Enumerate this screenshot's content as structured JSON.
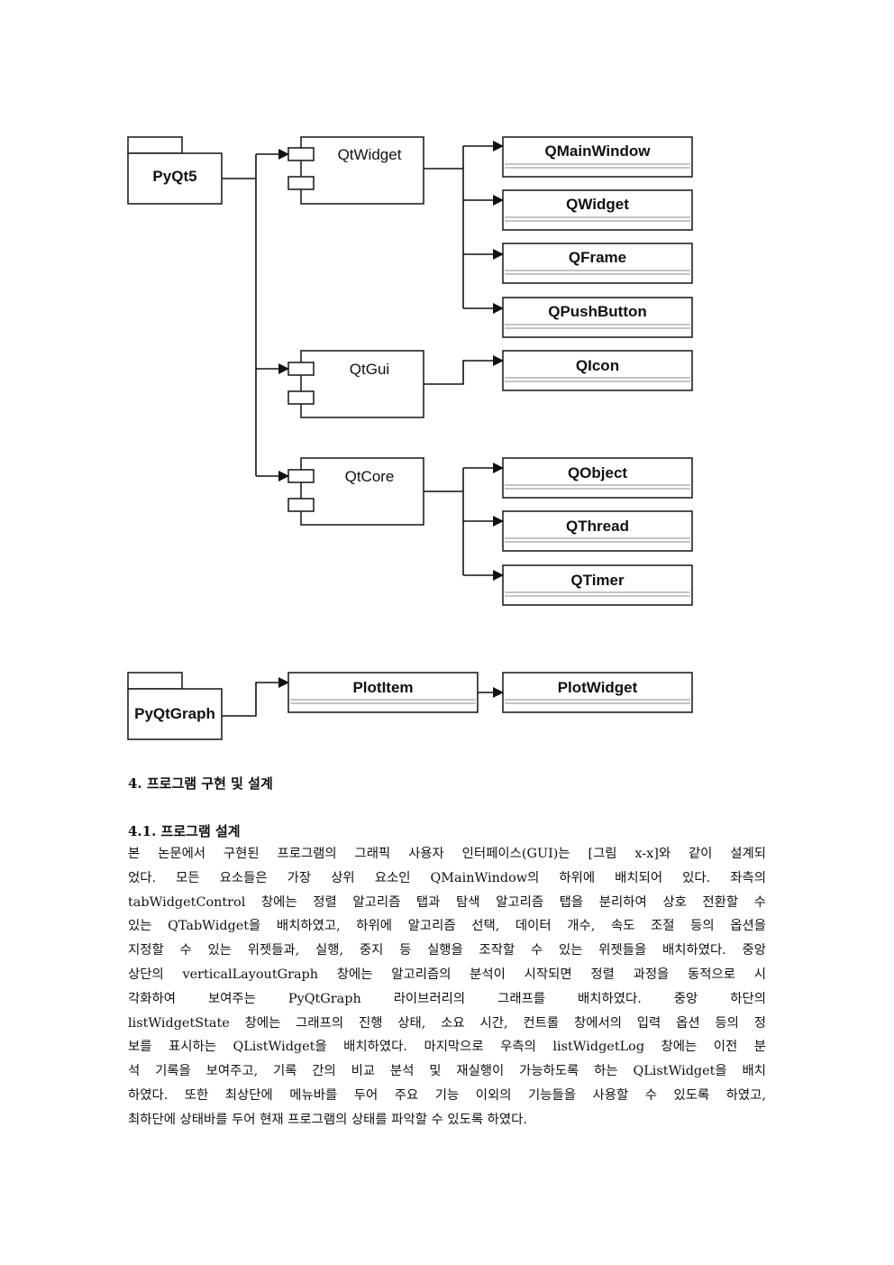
{
  "diagram": {
    "packages": [
      {
        "label": "PyQt5"
      },
      {
        "label": "PyQtGraph"
      }
    ],
    "components": [
      {
        "label": "QtWidget"
      },
      {
        "label": "QtGui"
      },
      {
        "label": "QtCore"
      }
    ],
    "classes": [
      {
        "label": "QMainWindow"
      },
      {
        "label": "QWidget"
      },
      {
        "label": "QFrame"
      },
      {
        "label": "QPushButton"
      },
      {
        "label": "QIcon"
      },
      {
        "label": "QObject"
      },
      {
        "label": "QThread"
      },
      {
        "label": "QTimer"
      },
      {
        "label": "PlotItem"
      },
      {
        "label": "PlotWidget"
      }
    ]
  },
  "section": {
    "heading": "4. 프로그램 구현 및 설계",
    "subheading": "4.1. 프로그램 설계",
    "lines": [
      " 본 논문에서 구현된 프로그램의 그래픽 사용자 인터페이스(GUI)는 [그림 x-x]와 같이 설계되",
      "었다. 모든 요소들은 가장 상위 요소인 QMainWindow의 하위에 배치되어 있다. 좌측의",
      "tabWidgetControl 창에는 정렬 알고리즘 탭과 탐색 알고리즘 탭을 분리하여 상호 전환할 수",
      "있는 QTabWidget을 배치하였고, 하위에 알고리즘 선택, 데이터 개수, 속도 조절 등의 옵션을",
      "지정할 수 있는 위젯들과, 실행, 중지 등 실행을 조작할 수 있는 위젯들을 배치하였다. 중앙",
      "상단의 verticalLayoutGraph 창에는 알고리즘의 분석이 시작되면 정렬 과정을 동적으로 시",
      "각화하여 보여주는 PyQtGraph 라이브러리의 그래프를 배치하였다. 중앙 하단의",
      "listWidgetState 창에는 그래프의 진행 상태, 소요 시간, 컨트롤 창에서의 입력 옵션 등의 정",
      "보를 표시하는 QListWidget을 배치하였다. 마지막으로 우측의 listWidgetLog 창에는 이전 분",
      "석 기록을 보여주고, 기록 간의 비교 분석 및 재실행이 가능하도록 하는 QListWidget을 배치",
      "하였다. 또한 최상단에 메뉴바를 두어 주요 기능 이외의 기능들을 사용할 수 있도록 하였고,",
      "최하단에 상태바를 두어 현재 프로그램의 상태를 파악할 수 있도록 하였다."
    ]
  }
}
